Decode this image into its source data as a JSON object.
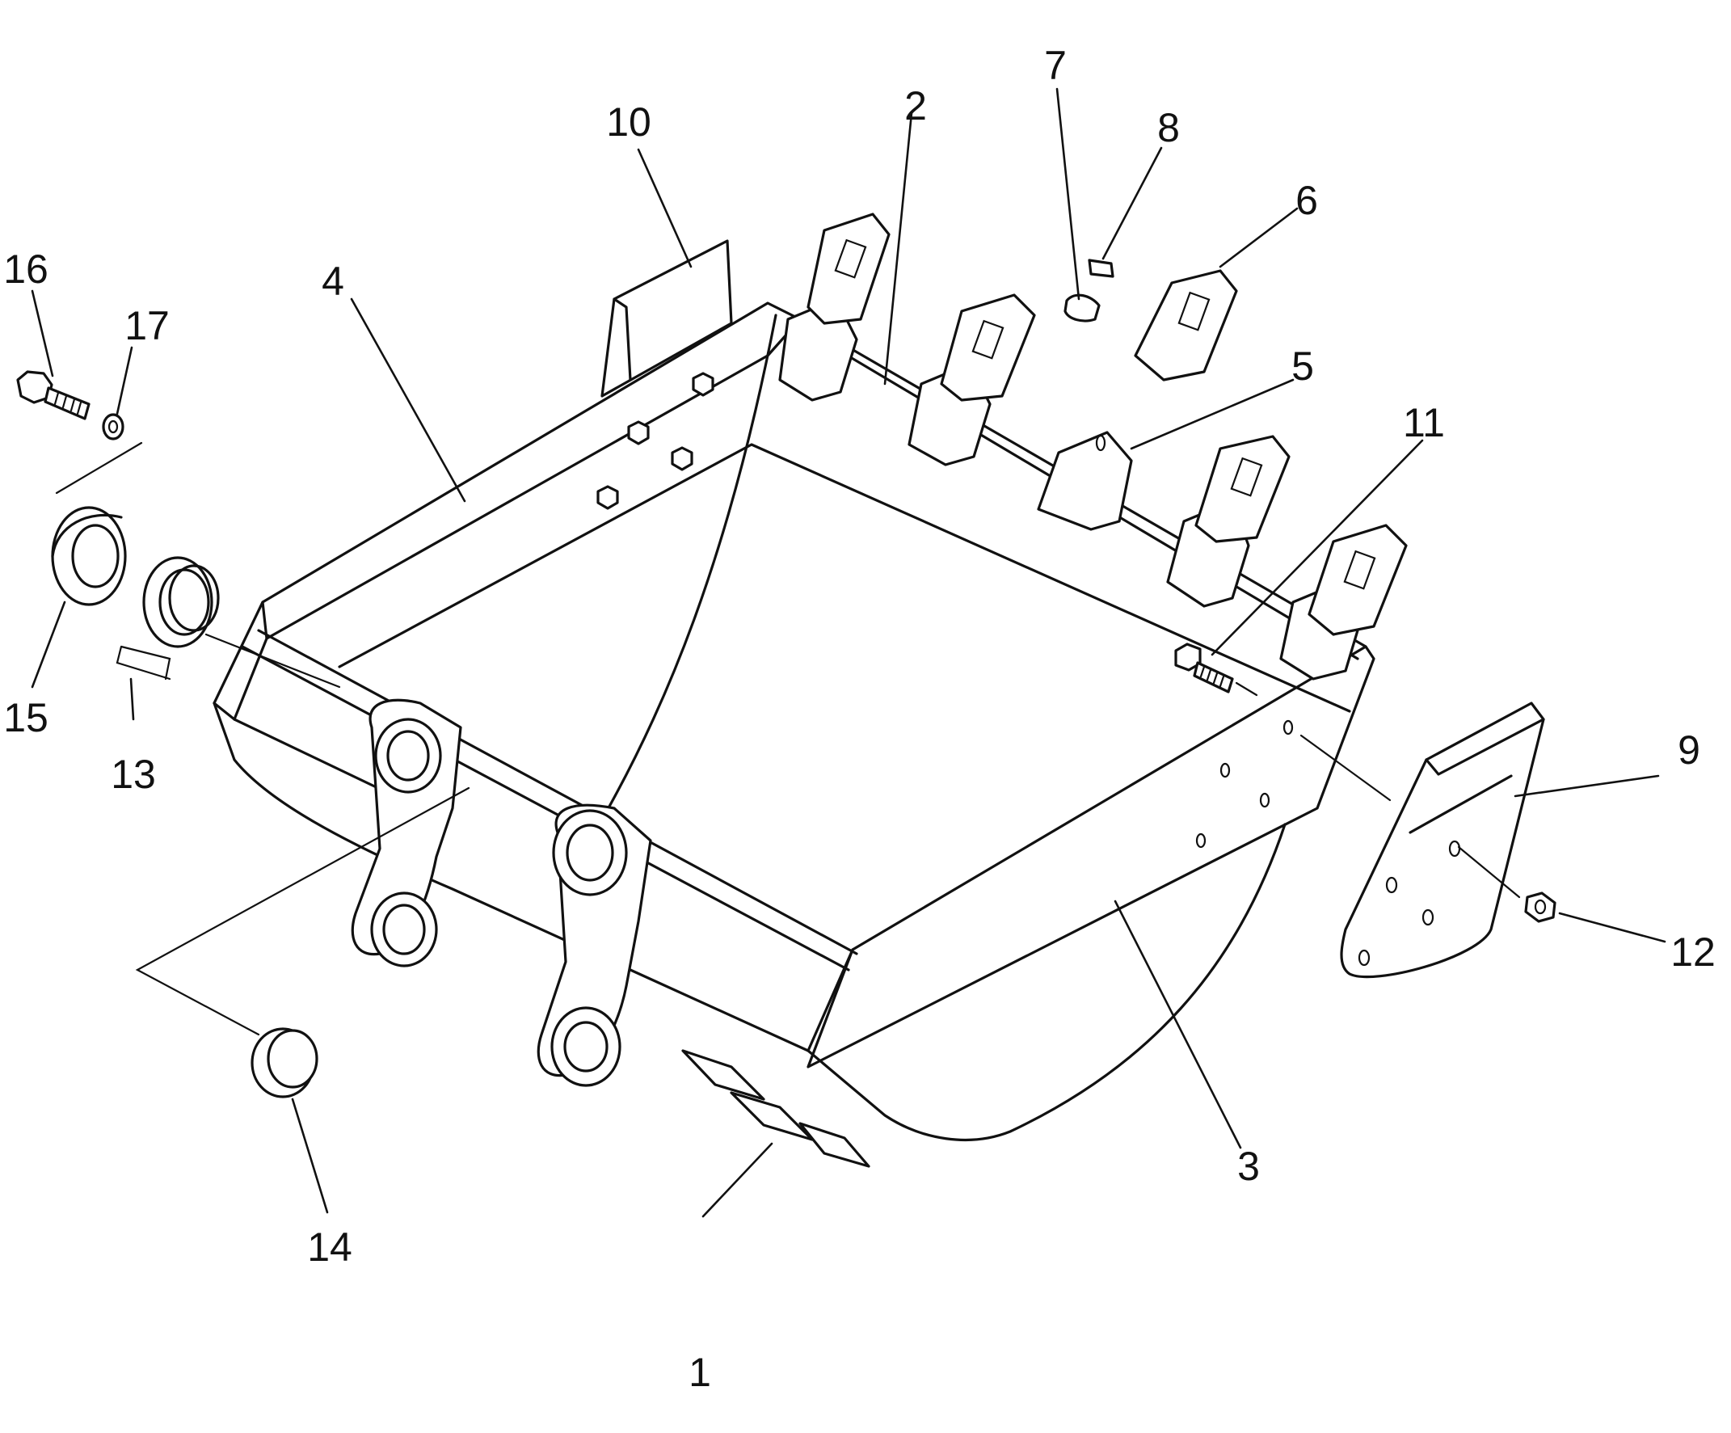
{
  "callouts": {
    "c1": "1",
    "c2": "2",
    "c3": "3",
    "c4": "4",
    "c5": "5",
    "c6": "6",
    "c7": "7",
    "c8": "8",
    "c9": "9",
    "c10": "10",
    "c11": "11",
    "c12": "12",
    "c13": "13",
    "c14": "14",
    "c15": "15",
    "c16": "16",
    "c17": "17"
  },
  "colors": {
    "ink": "#111111",
    "paper": "#ffffff"
  }
}
